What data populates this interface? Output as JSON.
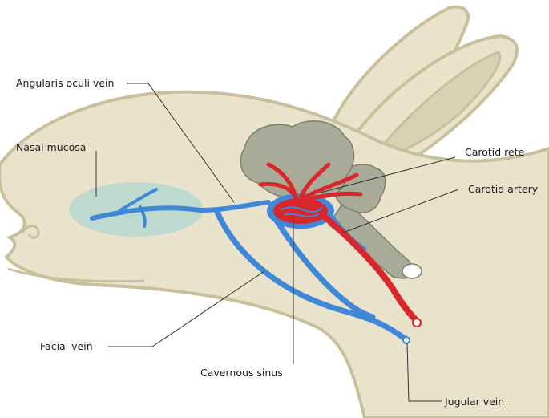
{
  "labels": {
    "angularis_oculi_vein": "Angularis oculi vein",
    "nasal_mucosa": "Nasal mucosa",
    "carotid_rete": "Carotid rete",
    "carotid_artery": "Carotid artery",
    "facial_vein": "Facial vein",
    "cavernous_sinus": "Cavernous sinus",
    "jugular_vein": "Jugular vein"
  },
  "colors": {
    "head": "#eae3cc",
    "outline": "#c9bf9b",
    "brain": "#a8ab98",
    "brain_stroke": "#7c7f6c",
    "vein": "#3f87d8",
    "artery": "#d9262b",
    "mucosa": "#b6d8cf"
  }
}
